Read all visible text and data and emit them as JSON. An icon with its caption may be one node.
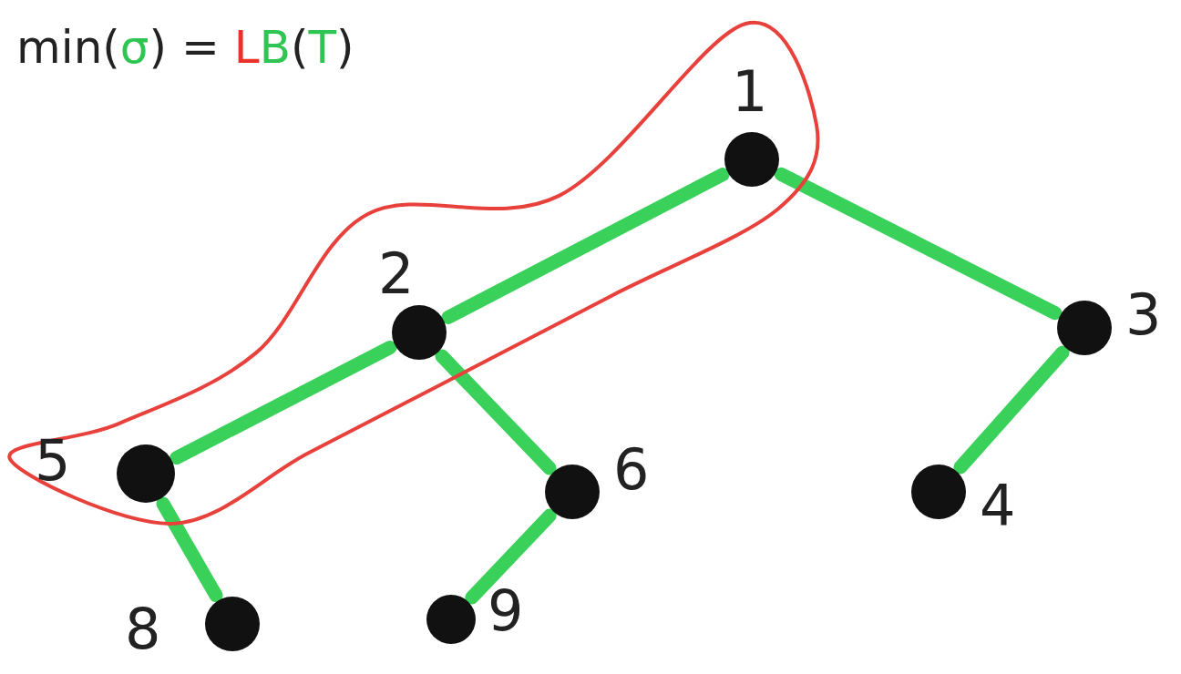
{
  "diagram": {
    "nodes": [
      {
        "text": [],
        "shape": "outline"
      },
      {
        "text": [
          "1"
        ],
        "in": 0
      },
      {
        "text": [
          "2"
        ],
        "in": 0
      },
      {
        "text": [
          "3"
        ]
      },
      {
        "text": [
          "4"
        ]
      },
      {
        "text": [
          "5"
        ],
        "in": 0
      },
      {
        "text": [
          "6"
        ]
      },
      {
        "text": [
          "8"
        ]
      },
      {
        "text": [
          "9"
        ]
      }
    ],
    "edges": [
      {
        "from": 1,
        "to": 2,
        "arrow": "none"
      },
      {
        "from": 1,
        "to": 3,
        "arrow": "none"
      },
      {
        "from": 2,
        "to": 5,
        "arrow": "none"
      },
      {
        "from": 2,
        "to": 6,
        "arrow": "none"
      },
      {
        "from": 3,
        "to": 4,
        "arrow": "none"
      },
      {
        "from": 5,
        "to": 7,
        "arrow": "none"
      },
      {
        "from": 6,
        "to": 8,
        "arrow": "none"
      }
    ],
    "labels": [
      "min(σ) = LB(T)"
    ]
  }
}
